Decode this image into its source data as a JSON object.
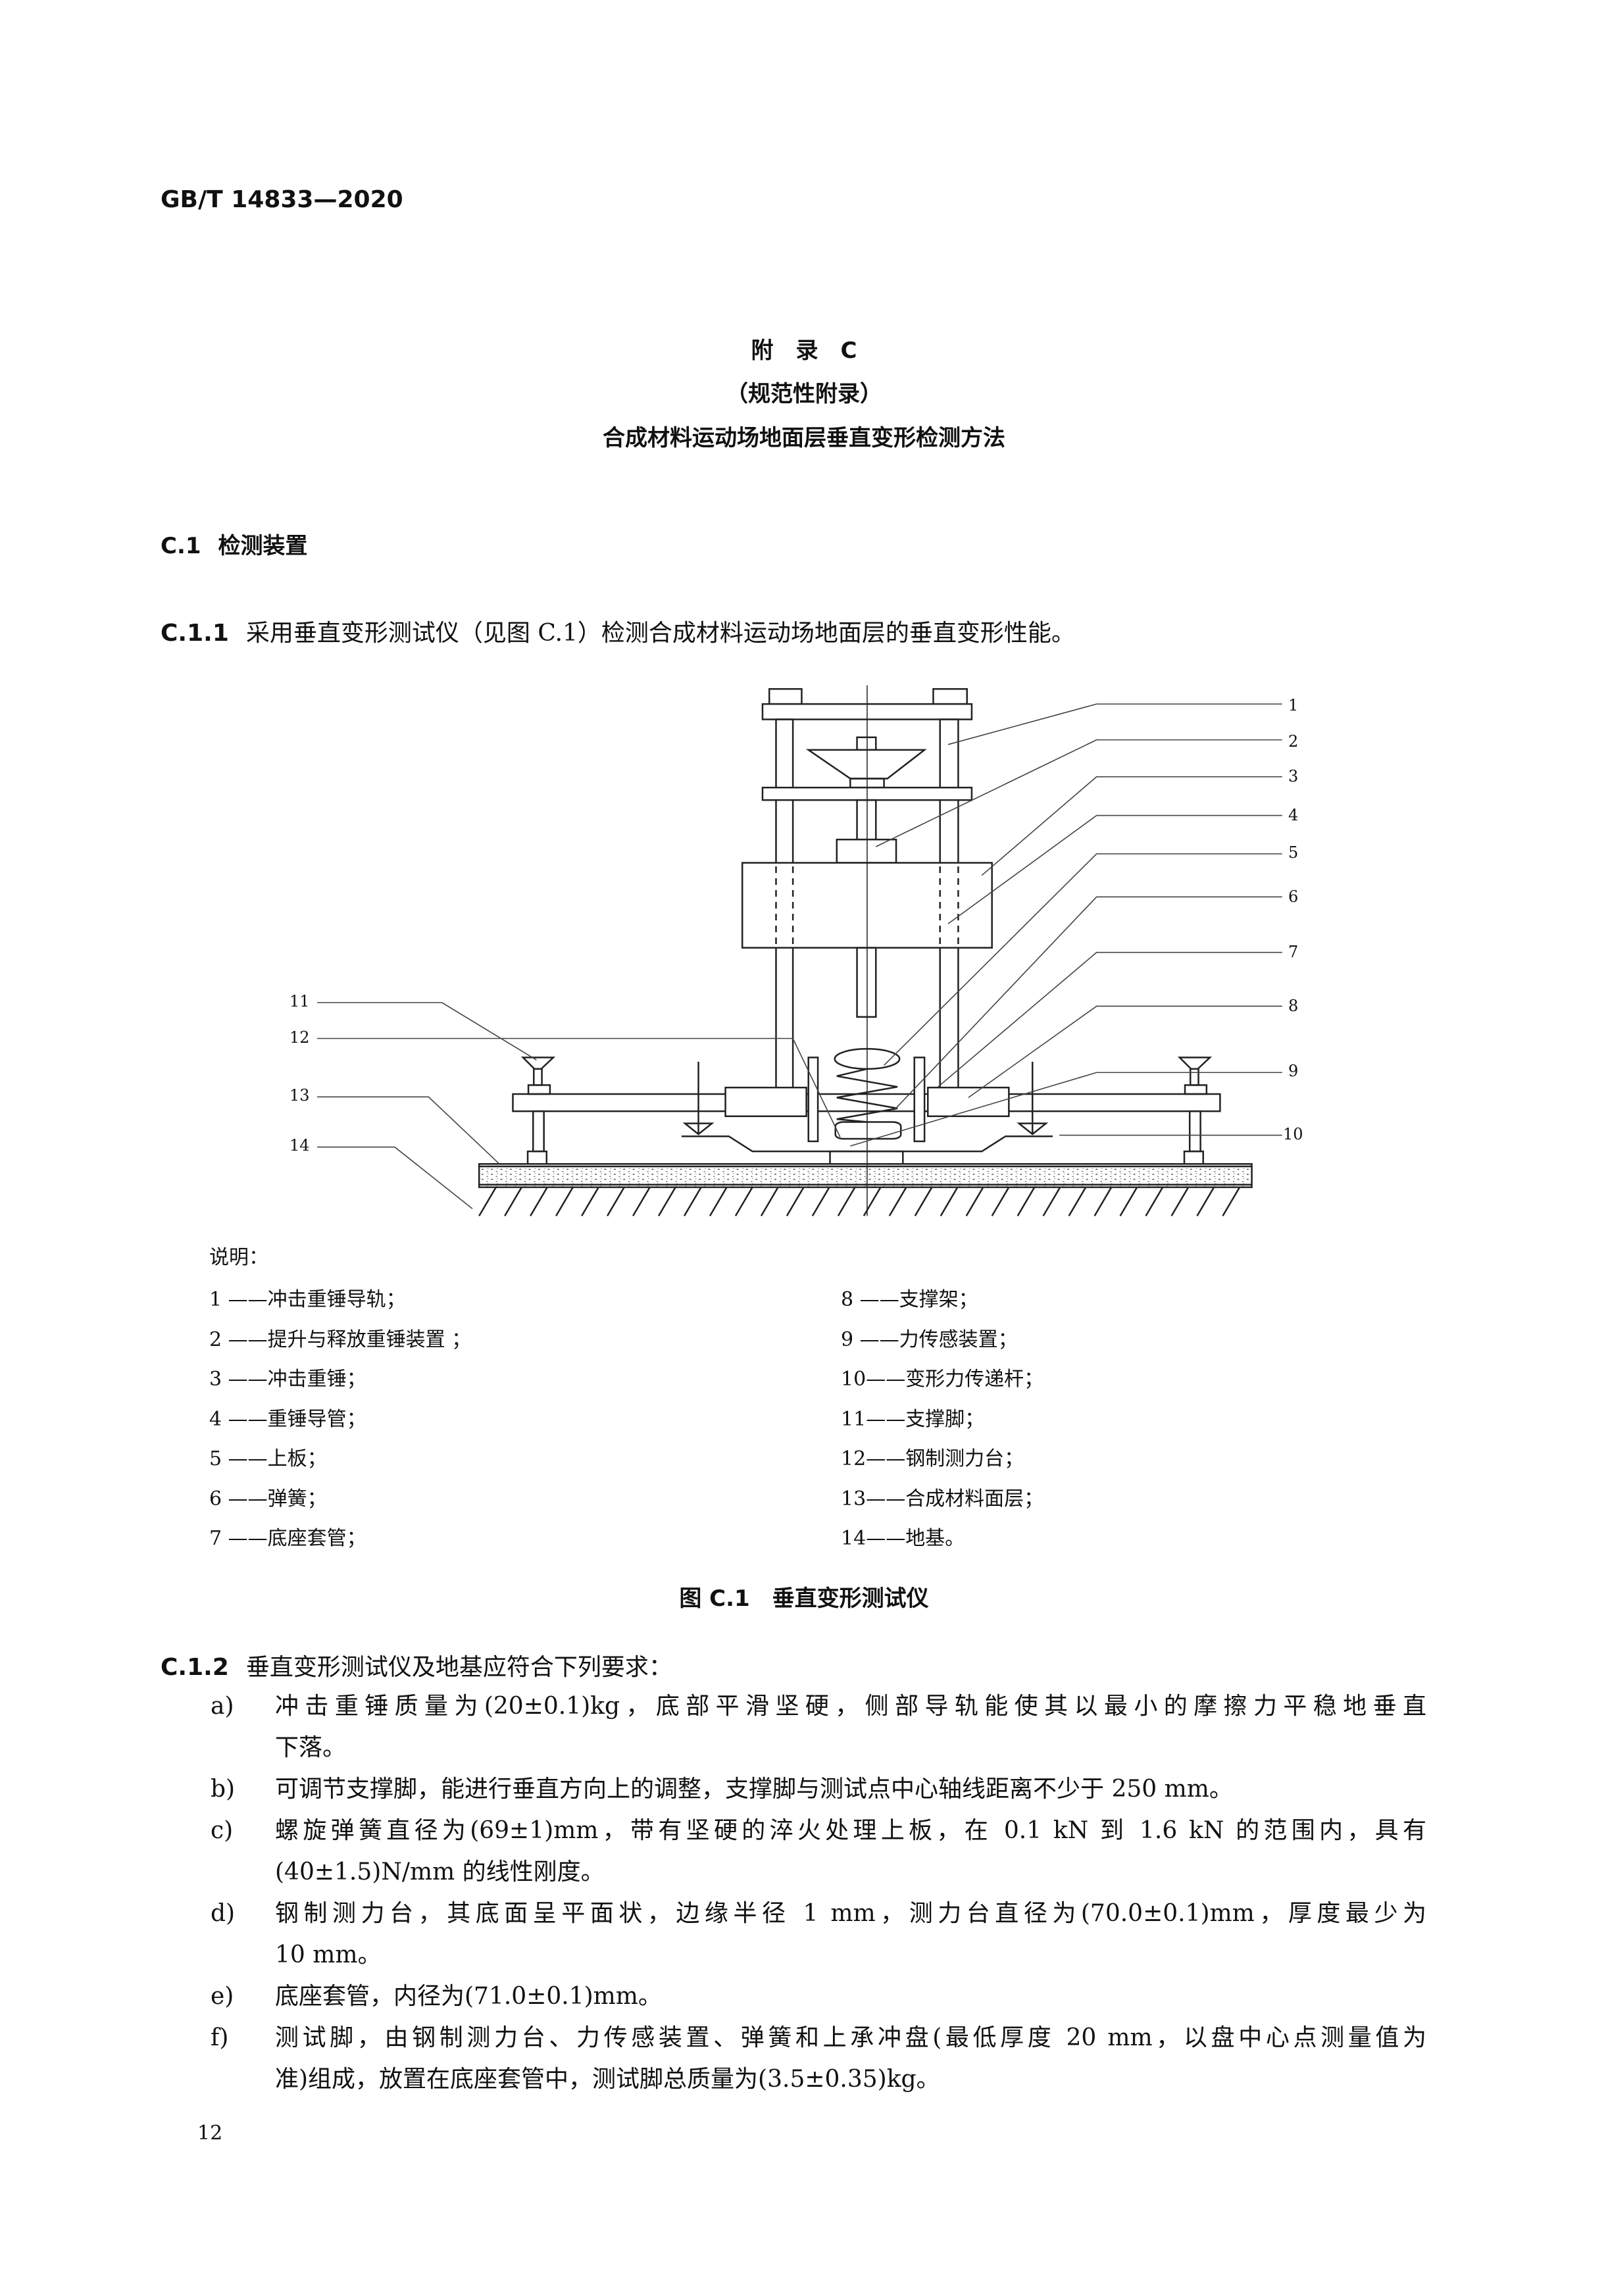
{
  "header": {
    "standard_number": "GB/T 14833—2020"
  },
  "annex": {
    "label": "附　录　C",
    "type": "（规范性附录）",
    "title": "合成材料运动场地面层垂直变形检测方法"
  },
  "section_c1": {
    "number": "C.1",
    "title": "检测装置"
  },
  "clause_c11": {
    "number": "C.1.1",
    "text": "采用垂直变形测试仪（见图 C.1）检测合成材料运动场地面层的垂直变形性能。"
  },
  "figure": {
    "labels": [
      "1",
      "2",
      "3",
      "4",
      "5",
      "6",
      "7",
      "8",
      "9",
      "10",
      "11",
      "12",
      "13",
      "14"
    ],
    "legend_title": "说明：",
    "legend": [
      {
        "num": "1 ",
        "text": "——冲击重锤导轨；"
      },
      {
        "num": "2 ",
        "text": "——提升与释放重锤装置 ；"
      },
      {
        "num": "3 ",
        "text": "——冲击重锤；"
      },
      {
        "num": "4 ",
        "text": "——重锤导管；"
      },
      {
        "num": "5 ",
        "text": "——上板；"
      },
      {
        "num": "6 ",
        "text": "——弹簧；"
      },
      {
        "num": "7 ",
        "text": "——底座套管；"
      },
      {
        "num": "8 ",
        "text": "——支撑架；"
      },
      {
        "num": "9 ",
        "text": "——力传感装置；"
      },
      {
        "num": "10",
        "text": "——变形力传递杆；"
      },
      {
        "num": "11",
        "text": "——支撑脚；"
      },
      {
        "num": "12",
        "text": "——钢制测力台；"
      },
      {
        "num": "13",
        "text": "——合成材料面层；"
      },
      {
        "num": "14",
        "text": "——地基。"
      }
    ],
    "caption_number": "图 C.1",
    "caption_title": "垂直变形测试仪"
  },
  "clause_c12": {
    "number": "C.1.2",
    "text": "垂直变形测试仪及地基应符合下列要求：",
    "items": [
      {
        "marker": "a)",
        "lines": [
          "冲击重锤质量为(20±0.1)kg，底部平滑坚硬，侧部导轨能使其以最小的摩擦力平稳地垂直",
          "下落。"
        ]
      },
      {
        "marker": "b)",
        "lines": [
          "可调节支撑脚，能进行垂直方向上的调整，支撑脚与测试点中心轴线距离不少于 250 mm。"
        ]
      },
      {
        "marker": "c)",
        "lines": [
          "螺旋弹簧直径为(69±1)mm，带有坚硬的淬火处理上板，在 0.1 kN 到 1.6 kN 的范围内，具有",
          "(40±1.5)N/mm 的线性刚度。"
        ]
      },
      {
        "marker": "d)",
        "lines": [
          "钢制测力台，其底面呈平面状，边缘半径 1 mm，测力台直径为(70.0±0.1)mm，厚度最少为",
          "10 mm。"
        ]
      },
      {
        "marker": "e)",
        "lines": [
          "底座套管，内径为(71.0±0.1)mm。"
        ]
      },
      {
        "marker": "f)",
        "lines": [
          "测试脚，由钢制测力台、力传感装置、弹簧和上承冲盘(最低厚度 20 mm，以盘中心点测量值为",
          "准)组成，放置在底座套管中，测试脚总质量为(3.5±0.35)kg。"
        ]
      }
    ]
  },
  "page_number": "12"
}
